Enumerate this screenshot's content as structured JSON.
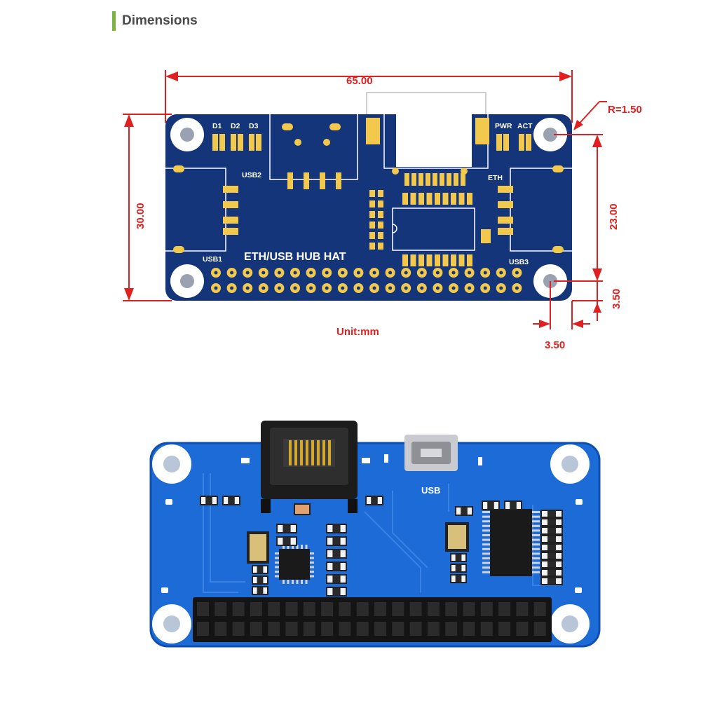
{
  "header": {
    "title": "Dimensions"
  },
  "colors": {
    "accent": "#7cb342",
    "pcb_dark": "#14357a",
    "pcb_photo": "#1c6bd6",
    "dimension": "#e02020",
    "pad_gold": "#f2c94c"
  },
  "diagram": {
    "board_label": "ETH/USB HUB HAT",
    "unit_label": "Unit:mm",
    "dimensions": {
      "width": "65.00",
      "height": "30.00",
      "hole_spacing": "23.00",
      "hole_offset_x": "3.50",
      "hole_offset_y": "3.50",
      "corner_radius": "R=1.50"
    },
    "silkscreen": {
      "d1": "D1",
      "d2": "D2",
      "d3": "D3",
      "usb1": "USB1",
      "usb2": "USB2",
      "usb3": "USB3",
      "eth": "ETH",
      "pwr": "PWR",
      "act": "ACT"
    }
  },
  "photo": {
    "usb_label": "USB"
  }
}
